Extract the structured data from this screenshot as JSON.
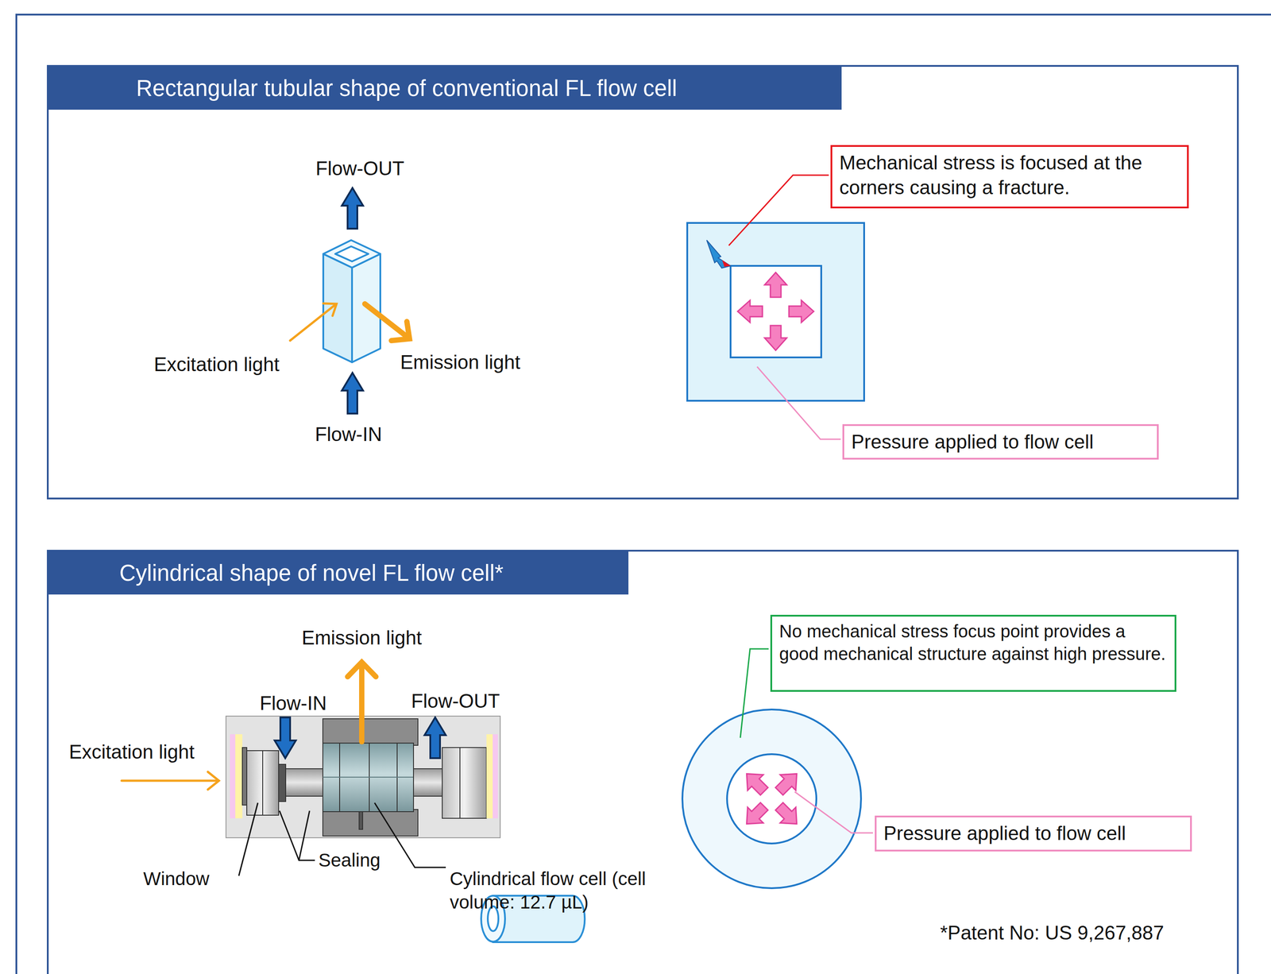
{
  "diagram": {
    "nodes": [
      {
        "text": [
          "Rectangular tubular shape of conventional FL flow cell"
        ]
      },
      {
        "text": [
          "Mechanical stress is focused at the corners causing a fracture."
        ],
        "in": 0
      },
      {
        "text": [
          "Pressure applied to flow cell"
        ],
        "in": 0
      },
      {
        "text": [
          "Cylindrical shape of novel FL flow cell*"
        ]
      },
      {
        "text": [
          "No mechanical stress focus point provides a good mechanical structure against high pressure."
        ],
        "in": 3
      },
      {
        "text": [
          "Pressure applied to flow cell"
        ],
        "in": 3
      }
    ],
    "labels": [
      "Flow-OUT",
      "Excitation light",
      "Emission light",
      "Flow-IN",
      "Emission light",
      "Flow-IN",
      "Flow-OUT",
      "Excitation light",
      "Window",
      "Sealing",
      "Cylindrical flow cell (cell volume: 12.7 µL)",
      "*Patent No: US 9,267,887"
    ]
  }
}
